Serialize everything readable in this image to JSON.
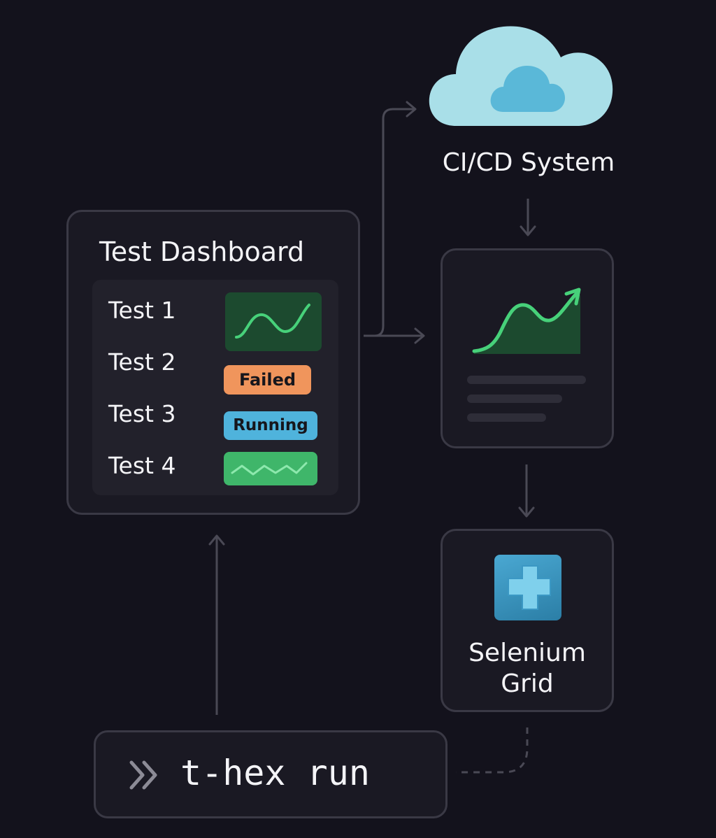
{
  "dashboard": {
    "title": "Test Dashboard",
    "tests": [
      {
        "label": "Test 1",
        "status": "trend"
      },
      {
        "label": "Test 2",
        "status": "Failed"
      },
      {
        "label": "Test 3",
        "status": "Running"
      },
      {
        "label": "Test 4",
        "status": "passing"
      }
    ]
  },
  "ci": {
    "label": "CI/CD System",
    "icon": "cloud-icon"
  },
  "report": {
    "icon": "trend-chart-icon"
  },
  "selenium": {
    "label_line1": "Selenium",
    "label_line2": "Grid",
    "icon": "selenium-grid-icon"
  },
  "command": {
    "prompt_icon": "double-chevron-icon",
    "text": "t-hex run"
  },
  "colors": {
    "background": "#13121c",
    "card_border": "#3a3945",
    "failed": "#f0955c",
    "running": "#4fb3dc",
    "passing": "#3fb66a",
    "trend_green": "#47d17a",
    "cloud_light": "#a9dfe8",
    "cloud_dark": "#5ab8d8"
  }
}
